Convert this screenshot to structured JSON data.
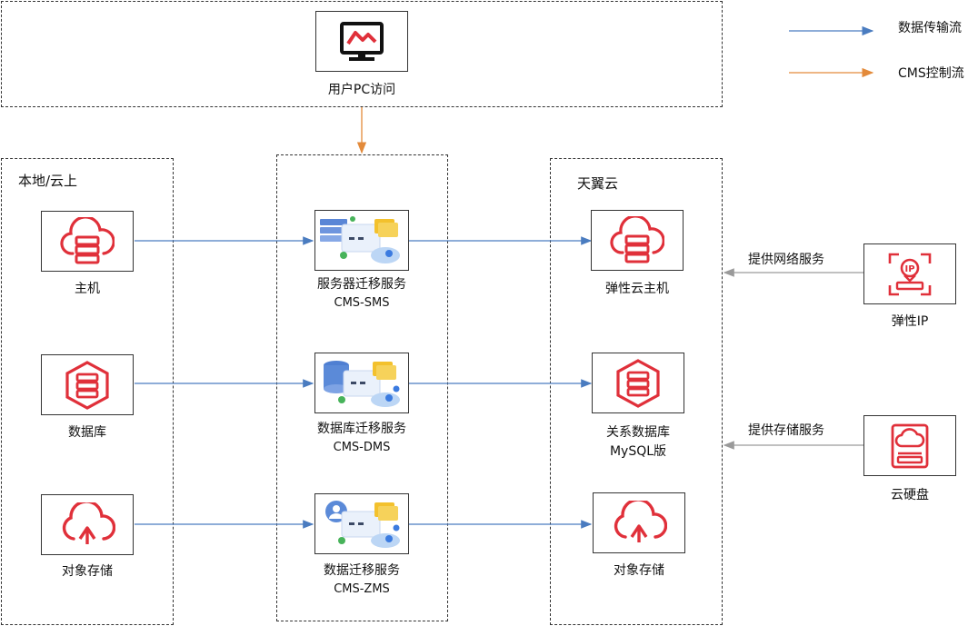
{
  "legend": {
    "data_flow": "数据传输流",
    "control_flow": "CMS控制流",
    "data_color": "#4a7cc0",
    "control_color": "#e38a3a"
  },
  "top": {
    "label": "用户PC访问"
  },
  "groups": {
    "local": "本地/云上",
    "cloud": "天翼云"
  },
  "local": {
    "host": "主机",
    "db": "数据库",
    "obj": "对象存储"
  },
  "migration": {
    "sms": {
      "name": "服务器迁移服务",
      "code": "CMS-SMS"
    },
    "dms": {
      "name": "数据库迁移服务",
      "code": "CMS-DMS"
    },
    "zms": {
      "name": "数据迁移服务",
      "code": "CMS-ZMS"
    }
  },
  "cloud": {
    "ecs": "弹性云主机",
    "rds_line1": "关系数据库",
    "rds_line2": "MySQL版",
    "obj": "对象存储"
  },
  "extras": {
    "eip": "弹性IP",
    "eip_link": "提供网络服务",
    "disk": "云硬盘",
    "disk_link": "提供存储服务"
  },
  "colors": {
    "icon_red": "#e0303a",
    "gray_line": "#9a9a9a"
  }
}
